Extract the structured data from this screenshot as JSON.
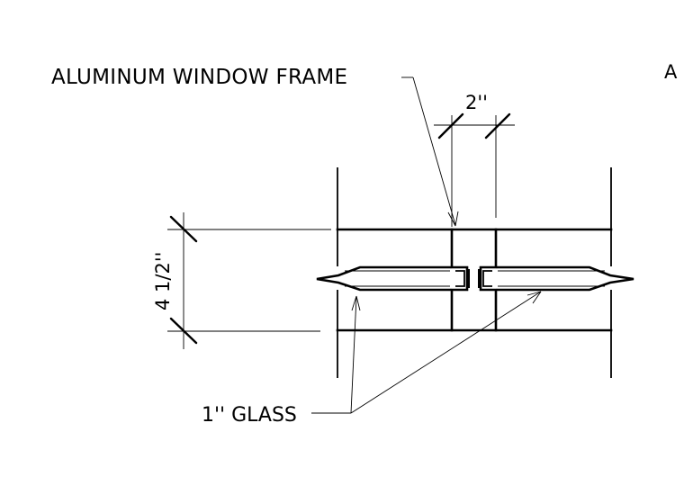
{
  "labels": {
    "frame": "ALUMINUM WINDOW FRAME",
    "glass": "1'' GLASS",
    "width_dim": "2''",
    "height_dim": "4 1/2''",
    "sheet_mark": "A"
  }
}
